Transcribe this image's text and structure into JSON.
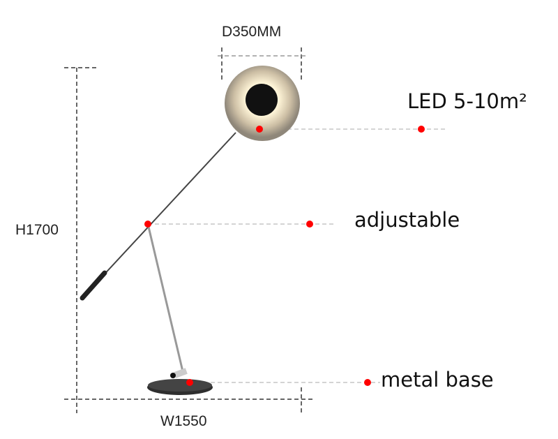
{
  "dimensions": {
    "diameter": "D350MM",
    "height": "H1700",
    "width": "W1550"
  },
  "features": [
    {
      "label": "LED 5-10m²"
    },
    {
      "label": "adjustable"
    },
    {
      "label": "metal base"
    }
  ],
  "colors": {
    "marker": "#ff0000",
    "dash": "#bbbbbb",
    "dim_dash": "#333333"
  }
}
